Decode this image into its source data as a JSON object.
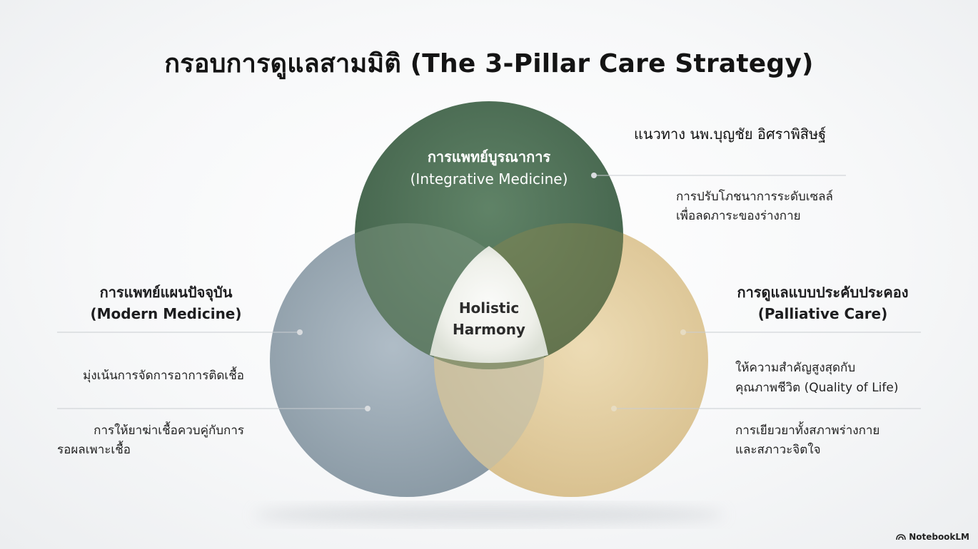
{
  "title": "กรอบการดูแลสามมิติ (The 3-Pillar Care Strategy)",
  "credit": "แนวทาง นพ.บุญชัย อิศราพิสิษฐ์",
  "center": {
    "line1": "Holistic",
    "line2": "Harmony"
  },
  "pillars": {
    "integrative": {
      "title_th": "การแพทย์บูรณาการ",
      "title_en": "(Integrative Medicine)",
      "color": "#3f6446",
      "points": [
        {
          "line1": "การปรับโภชนาการระดับเซลล์",
          "line2": "เพื่อลดภาระของร่างกาย"
        }
      ]
    },
    "modern": {
      "title_th": "การแพทย์แผนปัจจุบัน",
      "title_en": "(Modern Medicine)",
      "color": "#8a9aa6",
      "points": [
        {
          "line1": "มุ่งเน้นการจัดการอาการติดเชื้อ",
          "line2": ""
        },
        {
          "line1": "การให้ยาฆ่าเชื้อควบคู่กับการ",
          "line2": "รอผลเพาะเชื้อ"
        }
      ]
    },
    "palliative": {
      "title_th": "การดูแลแบบประคับประคอง",
      "title_en": "(Palliative Care)",
      "color": "#dcc28e",
      "points": [
        {
          "line1": "ให้ความสำคัญสูงสุดกับ",
          "line2": "คุณภาพชีวิต (Quality of Life)"
        },
        {
          "line1": "การเยียวยาทั้งสภาพร่างกาย",
          "line2": "และสภาวะจิตใจ"
        }
      ]
    }
  },
  "brand": {
    "name": "NotebookLM",
    "icon": "notebooklm-logo-icon"
  }
}
